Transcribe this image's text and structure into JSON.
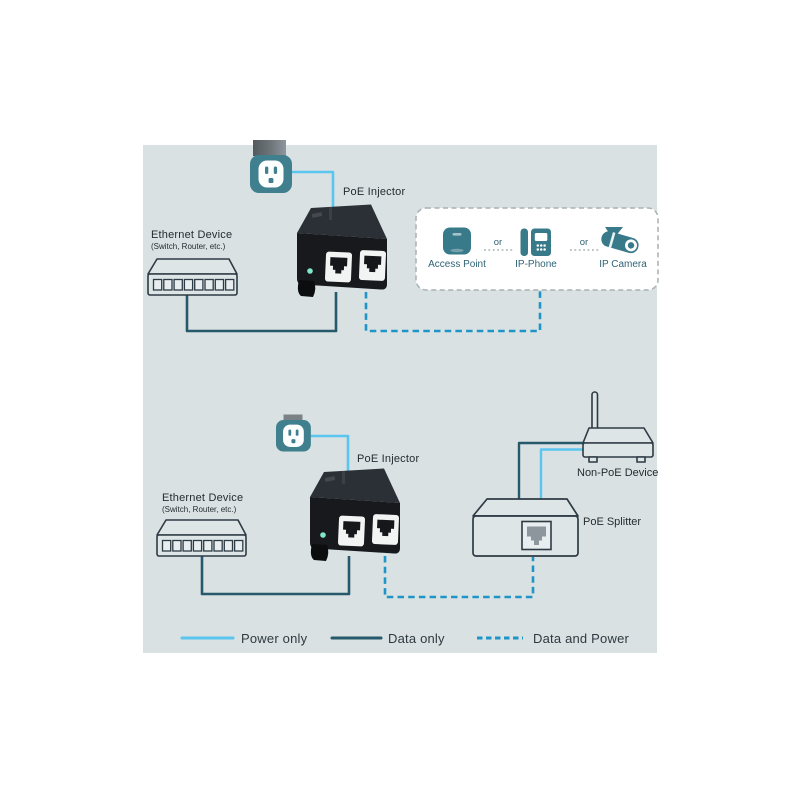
{
  "diagram": {
    "top": {
      "poe_injector_label": "PoE Injector",
      "ethernet_device_label": "Ethernet Device",
      "ethernet_device_sublabel": "(Switch, Router, etc.)",
      "devices_box": {
        "access_point_label": "Access Point",
        "or_label": "or",
        "ip_phone_label": "IP-Phone",
        "ip_camera_label": "IP Camera"
      }
    },
    "bottom": {
      "poe_injector_label": "PoE Injector",
      "ethernet_device_label": "Ethernet Device",
      "ethernet_device_sublabel": "(Switch, Router, etc.)",
      "non_poe_device_label": "Non-PoE Device",
      "poe_splitter_label": "PoE Splitter"
    },
    "legend": {
      "power_only_label": "Power only",
      "data_only_label": "Data only",
      "data_and_power_label": "Data and Power"
    },
    "colors": {
      "background": "#d9e1e2",
      "power_line": "#5ac5ef",
      "data_line": "#26596b",
      "data_and_power_line": "#1e95c6",
      "icon_teal": "#38798a"
    }
  }
}
